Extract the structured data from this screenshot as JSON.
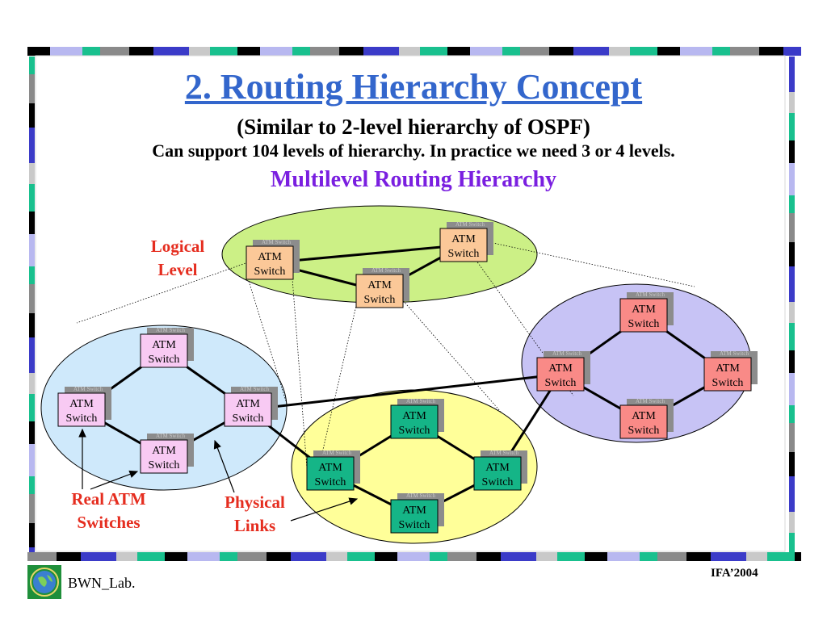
{
  "slide": {
    "title": "2. Routing Hierarchy Concept",
    "subtitle": "(Similar to 2-level hierarchy of OSPF)",
    "note": "Can support 104 levels of hierarchy. In practice we need 3 or 4 levels.",
    "diagram_title": "Multilevel Routing Hierarchy"
  },
  "annotations": {
    "logical_level_1": "Logical",
    "logical_level_2": "Level",
    "real_atm_1": "Real ATM",
    "real_atm_2": "Switches",
    "physical_links_1": "Physical",
    "physical_links_2": "Links"
  },
  "switch_label": {
    "line1": "ATM",
    "line2": "Switch"
  },
  "shadow_label": "ATM Switch",
  "colors": {
    "logical_group": "#ccf086",
    "left_group": "#cfe9fb",
    "right_group": "#c7c3f5",
    "bottom_group": "#ffff99",
    "logical_switch": "#fbc898",
    "left_switch": "#f8caf3",
    "right_switch": "#f98a87",
    "bottom_switch": "#15b587",
    "title": "#3366cc",
    "diagram_title": "#7a1fe0",
    "annotation": "#e52d1f"
  },
  "footer": {
    "left": "BWN_Lab.",
    "right": "IFA’2004"
  }
}
